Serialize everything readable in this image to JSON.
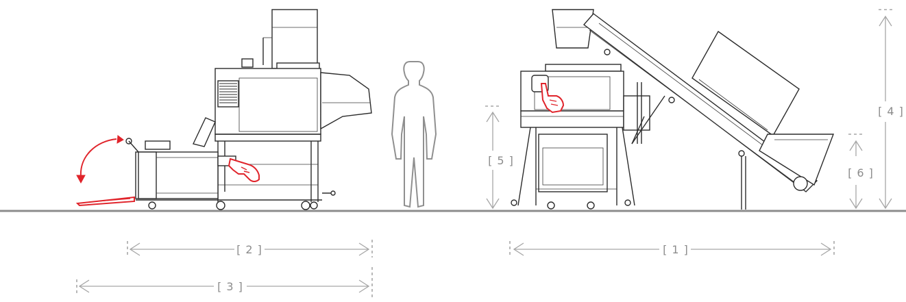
{
  "labels": {
    "dim1": "[ 1 ]",
    "dim2": "[ 2 ]",
    "dim3": "[ 3 ]",
    "dim4": "[ 4 ]",
    "dim5": "[ 5 ]",
    "dim6": "[ 6 ]"
  },
  "colors": {
    "accent": "#e0242b",
    "dimension": "#a6a6a6",
    "machine": "#2b2b2b",
    "floor": "#8c8c8c"
  }
}
